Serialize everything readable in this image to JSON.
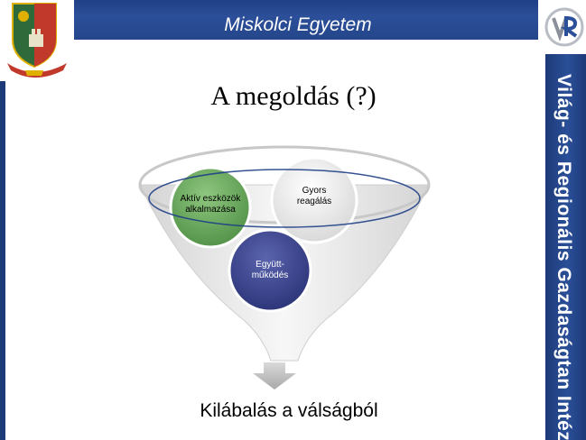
{
  "header": {
    "title": "Miskolci Egyetem",
    "accent": "#2c4f9a"
  },
  "logos": {
    "left": "university-crest",
    "right": "vrg-logo"
  },
  "side_banner": {
    "text": "Világ- és Regionális Gazdaságtan Intézet"
  },
  "slide": {
    "title": "A megoldás (?)",
    "bubbles": [
      {
        "label": "Aktív eszközök alkalmazása",
        "color": "#6aaa5c"
      },
      {
        "label": "Gyors reagálás",
        "color": "#f0f0f0"
      },
      {
        "label": "Együtt-működés",
        "color": "#3c4690"
      }
    ],
    "result": "Kilábalás a válságból"
  }
}
